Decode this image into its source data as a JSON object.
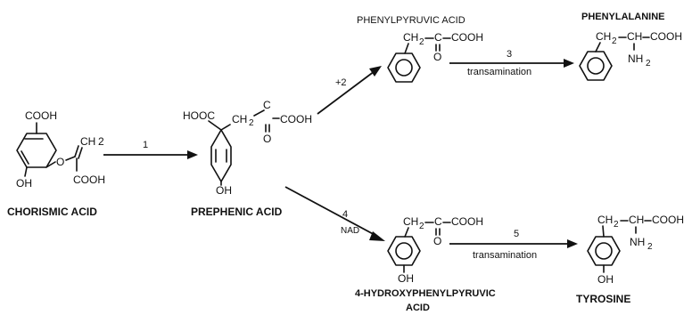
{
  "compounds": {
    "chorismic": {
      "name": "CHORISMIC ACID",
      "cooh_top": "COOH",
      "ch2": "CH",
      "ch2_sub": "2",
      "o": "O",
      "oh": "OH",
      "cooh_bottom": "COOH"
    },
    "prephenic": {
      "name": "PREPHENIC ACID",
      "hooc": "HOOC",
      "ch2": "CH",
      "ch2_sub": "2",
      "c": "C",
      "cooh": "COOH",
      "o": "O",
      "oh": "OH"
    },
    "phenylpyruvic": {
      "name": "PHENYLPYRUVIC ACID",
      "ch2": "CH",
      "ch2_sub": "2",
      "c": "C",
      "cooh": "COOH",
      "o": "O"
    },
    "phenylalanine": {
      "name": "PHENYLALANINE",
      "ch2": "CH",
      "ch2_sub": "2",
      "ch": "CH",
      "cooh": "COOH",
      "nh2": "NH",
      "nh2_sub": "2"
    },
    "hydroxyphenylpyruvic": {
      "name_line1": "4-HYDROXYPHENYLPYRUVIC",
      "name_line2": "ACID",
      "ch2": "CH",
      "ch2_sub": "2",
      "c": "C",
      "cooh": "COOH",
      "o": "O",
      "oh": "OH"
    },
    "tyrosine": {
      "name": "TYROSINE",
      "ch2": "CH",
      "ch2_sub": "2",
      "ch": "CH",
      "cooh": "COOH",
      "nh2": "NH",
      "nh2_sub": "2",
      "oh": "OH"
    }
  },
  "reactions": [
    {
      "step": "1",
      "label": ""
    },
    {
      "step": "+2",
      "label": ""
    },
    {
      "step": "3",
      "label": "transamination"
    },
    {
      "step": "4",
      "label": "NAD"
    },
    {
      "step": "5",
      "label": "transamination"
    }
  ]
}
